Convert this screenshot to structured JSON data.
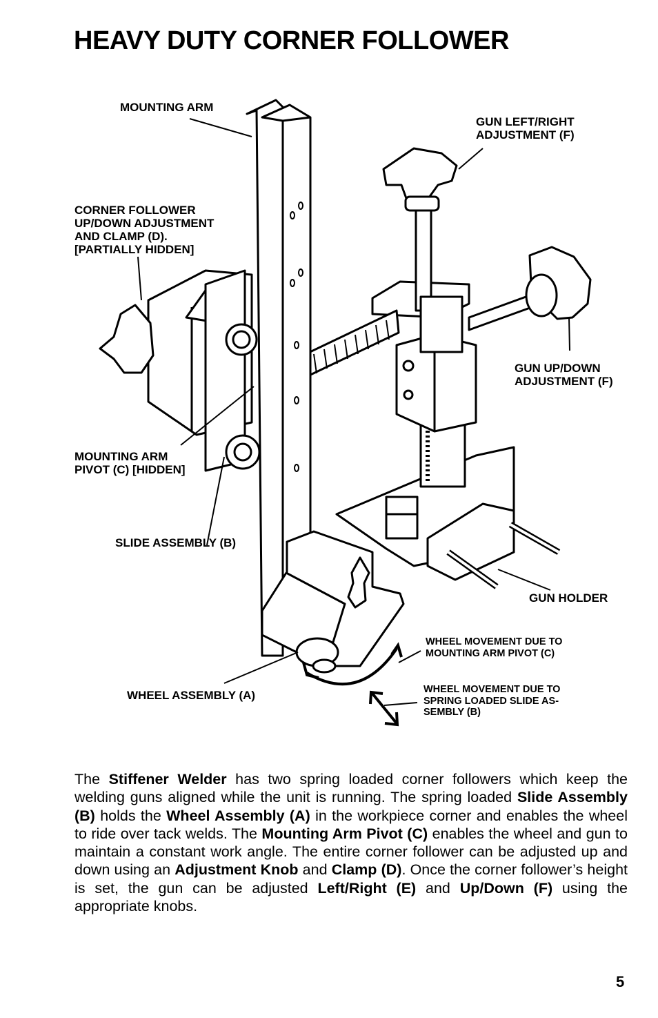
{
  "page": {
    "title": "HEAVY DUTY CORNER FOLLOWER",
    "page_number": "5"
  },
  "labels": {
    "mounting_arm": "MOUNTING ARM",
    "gun_lr": [
      "GUN LEFT/RIGHT",
      "ADJUSTMENT (F)"
    ],
    "corner_follower": [
      "CORNER FOLLOWER",
      "UP/DOWN ADJUSTMENT",
      "AND CLAMP (D).",
      "[PARTIALLY HIDDEN]"
    ],
    "gun_ud": [
      "GUN UP/DOWN",
      "ADJUSTMENT (F)"
    ],
    "pivot": [
      "MOUNTING ARM",
      "PIVOT (C) [HIDDEN]"
    ],
    "slide": "SLIDE ASSEMBLY (B)",
    "gun_holder": "GUN HOLDER",
    "wheel_move_pivot": [
      "WHEEL MOVEMENT DUE TO",
      "MOUNTING ARM PIVOT (C)"
    ],
    "wheel_assembly": "WHEEL ASSEMBLY (A)",
    "wheel_move_spring": [
      "WHEEL MOVEMENT DUE TO",
      "SPRING LOADED SLIDE AS-",
      "SEMBLY (B)"
    ]
  },
  "body": {
    "t1": "The ",
    "b1": "Stiffener Welder",
    "t2": " has two spring loaded corner followers which keep the welding guns aligned while the unit is running. The spring loaded ",
    "b2": "Slide Assembly (B)",
    "t3": " holds the ",
    "b3": "Wheel Assembly (A)",
    "t4": " in the workpiece corner and enables the wheel to ride over tack welds. The ",
    "b4": "Mounting Arm Pivot (C)",
    "t5": " enables the wheel and gun to maintain a constant work angle. The entire corner follower can be adjusted up and down using an ",
    "b5": "Adjustment Knob",
    "t6": " and ",
    "b6": "Clamp (D)",
    "t7": ". Once the corner follower’s height is set, the gun can be adjusted ",
    "b7": "Left/Right (E)",
    "t8": " and ",
    "b8": "Up/Down (F)",
    "t9": " using the appropriate knobs."
  }
}
